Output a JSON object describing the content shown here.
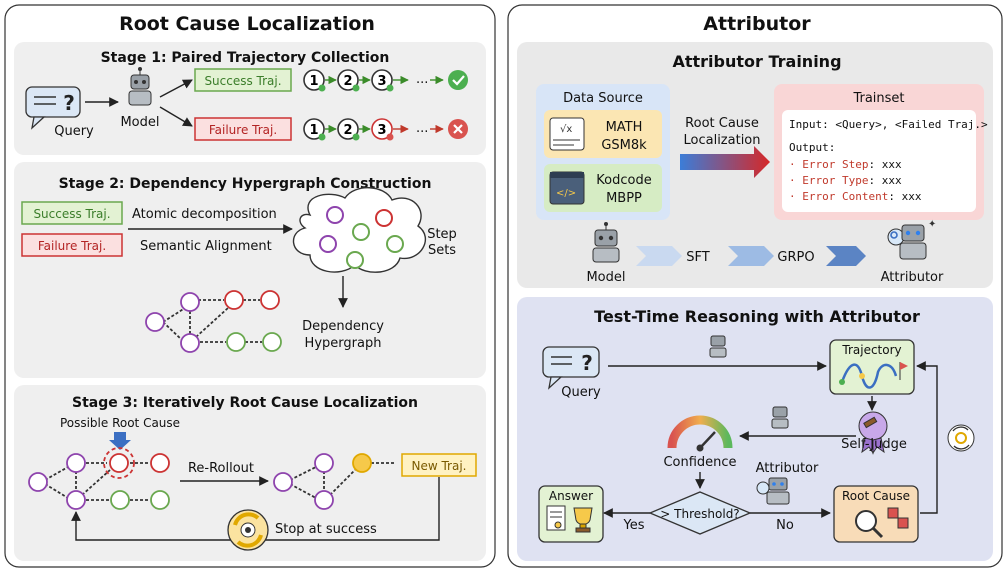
{
  "left": {
    "title": "Root Cause Localization",
    "stage1": {
      "title": "Stage 1: Paired Trajectory Collection",
      "query": "Query",
      "model": "Model",
      "success": "Success Traj.",
      "failure": "Failure Traj.",
      "steps": [
        "1",
        "2",
        "3"
      ],
      "ellipsis": "..."
    },
    "stage2": {
      "title": "Stage 2: Dependency Hypergraph Construction",
      "success": "Success Traj.",
      "failure": "Failure Traj.",
      "atomic": "Atomic decomposition",
      "semantic": "Semantic Alignment",
      "step_sets_1": "Step",
      "step_sets_2": "Sets",
      "dep_1": "Dependency",
      "dep_2": "Hypergraph"
    },
    "stage3": {
      "title": "Stage 3: Iteratively Root Cause Localization",
      "possible": "Possible Root Cause",
      "rerollout": "Re-Rollout",
      "new_traj": "New Traj.",
      "stop": "Stop at success"
    }
  },
  "right": {
    "title": "Attributor",
    "training": {
      "title": "Attributor Training",
      "data_source": "Data Source",
      "math1": "MATH",
      "math2": "GSM8k",
      "code1": "Kodcode",
      "code2": "MBPP",
      "rcl1": "Root Cause",
      "rcl2": "Localization",
      "trainset": "Trainset",
      "input": "Input: <Query>, <Failed Traj.>",
      "output": "Output:",
      "out_items": [
        {
          "key": "Error Step",
          "val": ": xxx"
        },
        {
          "key": "Error Type",
          "val": ": xxx"
        },
        {
          "key": "Error Content",
          "val": ": xxx"
        }
      ],
      "model": "Model",
      "sft": "SFT",
      "grpo": "GRPO",
      "attributor": "Attributor"
    },
    "test": {
      "title": "Test-Time Reasoning with Attributor",
      "query": "Query",
      "trajectory": "Trajectory",
      "self_judge": "Self-Judge",
      "confidence": "Confidence",
      "attributor": "Attributor",
      "threshold": "> Threshold?",
      "yes": "Yes",
      "no": "No",
      "answer": "Answer",
      "root_cause": "Root Cause"
    }
  },
  "colors": {
    "success_fill": "#e3f2d3",
    "success_stroke": "#6aa84f",
    "failure_fill": "#fbe0e0",
    "failure_stroke": "#cc3333",
    "purple": "#8e44ad",
    "yellow": "#f1c232"
  }
}
